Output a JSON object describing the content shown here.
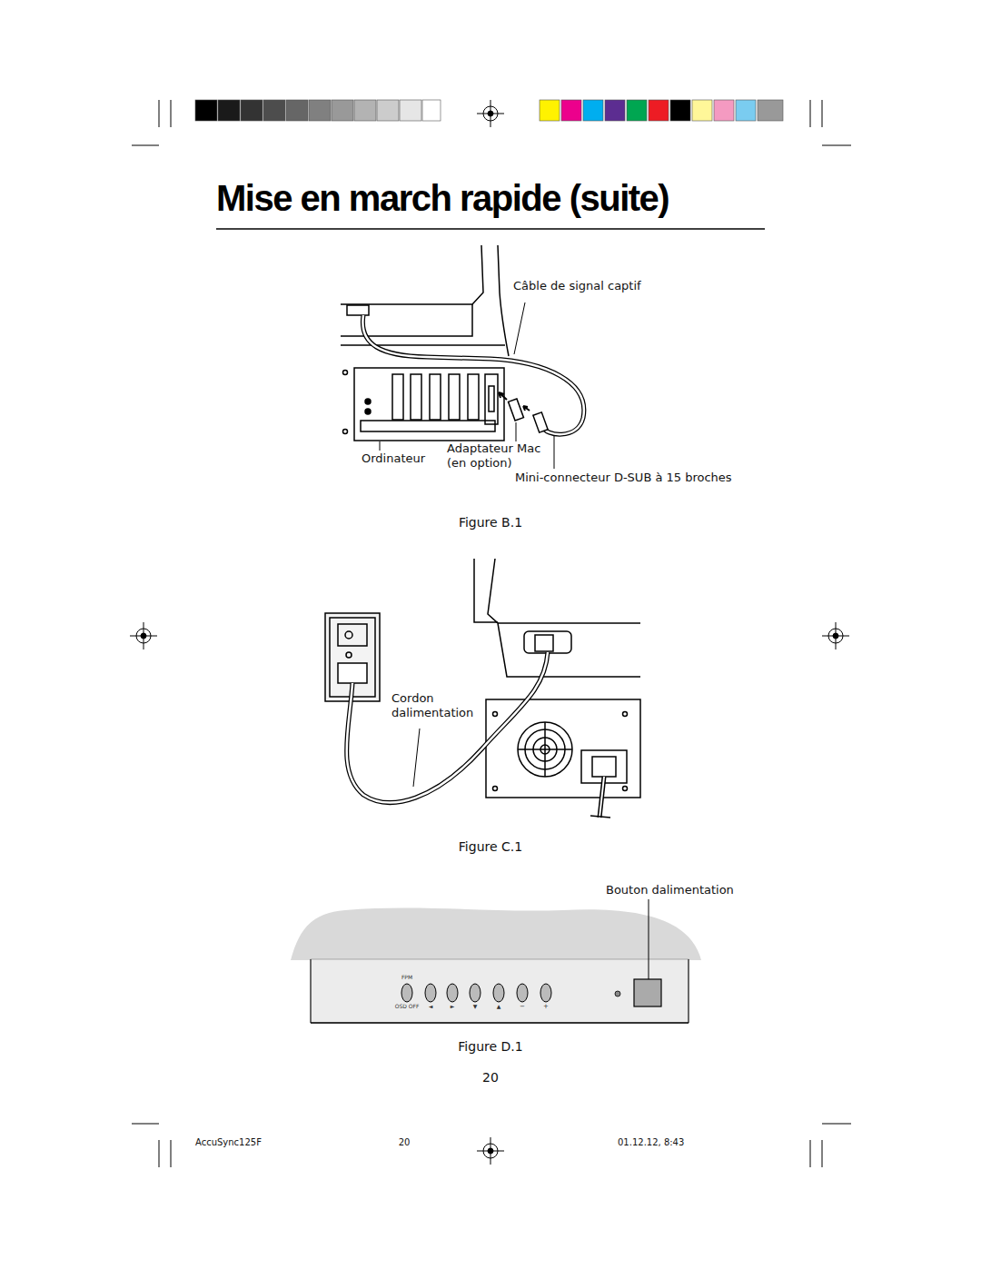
{
  "diagram": {
    "title": "Mise en march rapide (suite)",
    "labels": [
      "Câble de signal captif",
      "Ordinateur",
      "Adaptateur Mac (en option)",
      "Mini-connecteur D-SUB à 15 broches",
      "Figure B.1",
      "Cordon dalimentation",
      "Figure C.1",
      "Bouton dalimentation",
      "FPM",
      "OSD OFF",
      "◄",
      "►",
      "▼",
      "▲",
      "−",
      "+",
      "Figure D.1",
      "20",
      "AccuSync125F",
      "20",
      "01.12.12, 8:43"
    ]
  }
}
